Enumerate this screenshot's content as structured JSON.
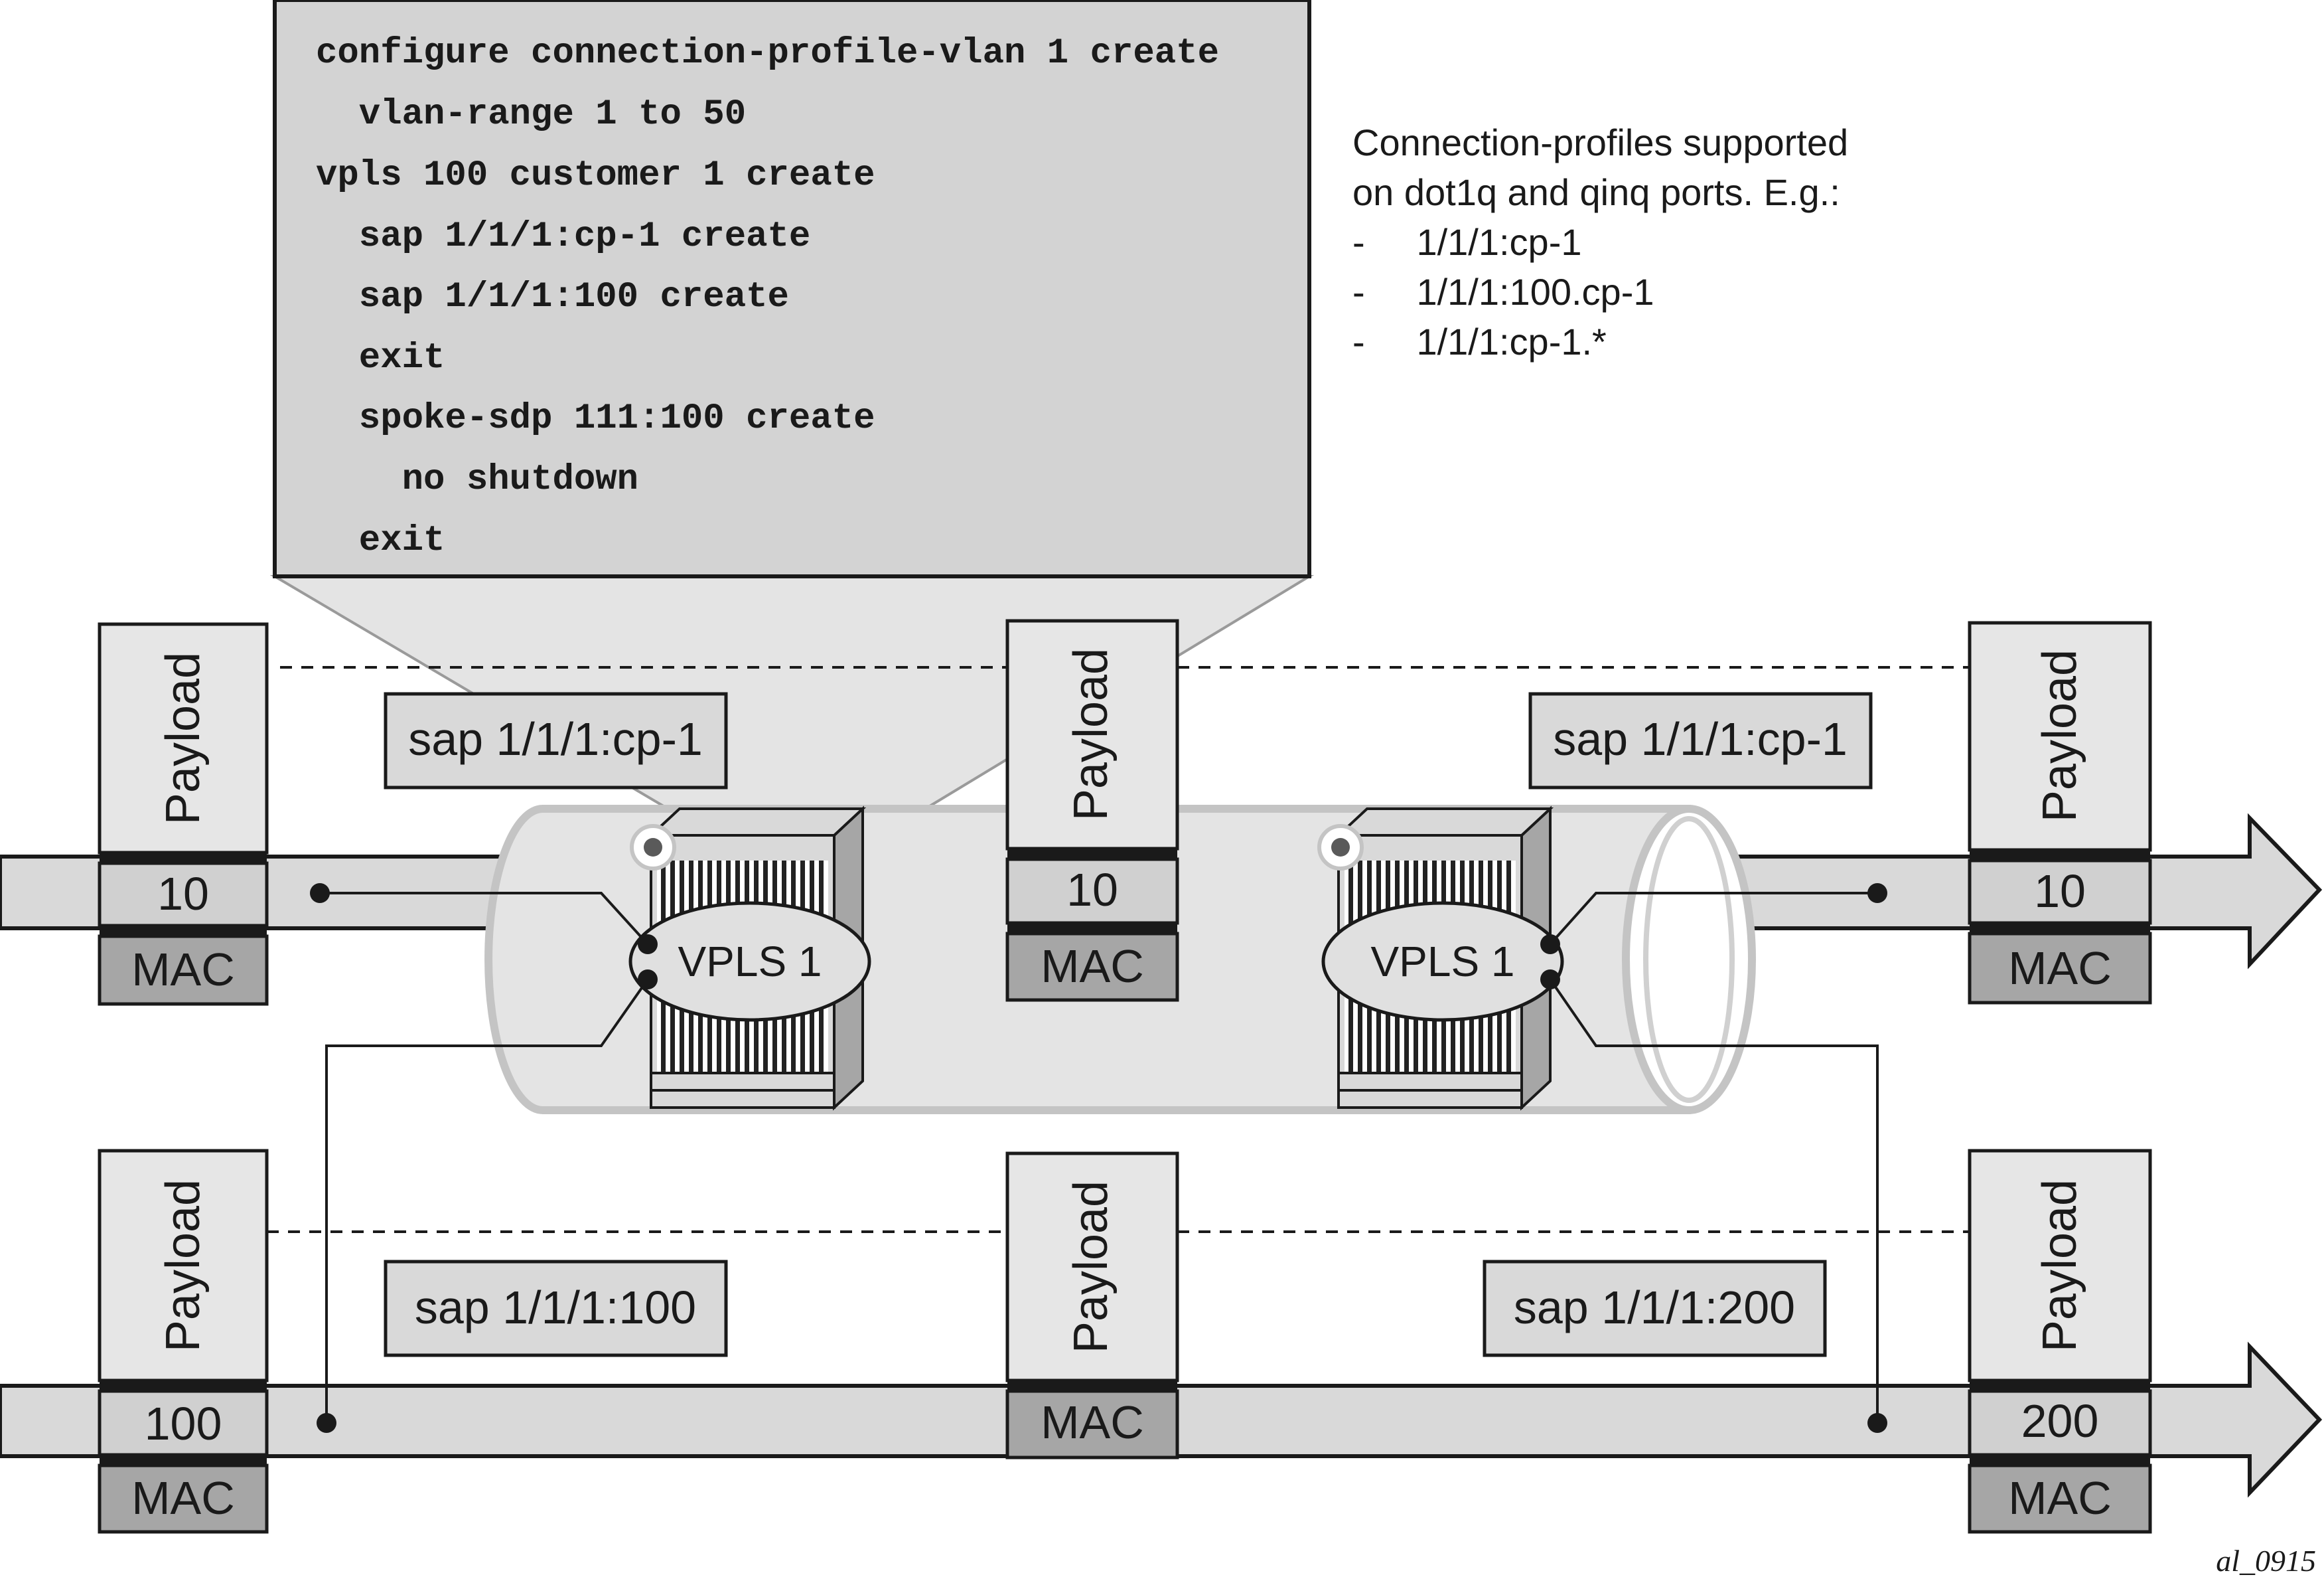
{
  "config_block": {
    "lines": [
      "configure connection-profile-vlan 1 create",
      "  vlan-range 1 to 50",
      "vpls 100 customer 1 create",
      "  sap 1/1/1:cp-1 create",
      "  sap 1/1/1:100 create",
      "  exit",
      "  spoke-sdp 111:100 create",
      "    no shutdown",
      "  exit"
    ]
  },
  "note": {
    "lines": [
      "Connection-profiles supported",
      "on dot1q and qinq ports. E.g.:",
      "-     1/1/1:cp-1",
      "-     1/1/1:100.cp-1",
      "-     1/1/1:cp-1.*"
    ]
  },
  "top_row": {
    "left_sap": "sap 1/1/1:cp-1",
    "right_sap": "sap 1/1/1:cp-1",
    "left_frame": {
      "payload": "Payload",
      "vlan": "10",
      "mac": "MAC"
    },
    "mid_frame": {
      "payload": "Payload",
      "vlan": "10",
      "mac": "MAC"
    },
    "right_frame": {
      "payload": "Payload",
      "vlan": "10",
      "mac": "MAC"
    }
  },
  "bottom_row": {
    "left_sap": "sap 1/1/1:100",
    "right_sap": "sap 1/1/1:200",
    "left_frame": {
      "payload": "Payload",
      "vlan": "100",
      "mac": "MAC"
    },
    "mid_frame": {
      "payload": "Payload",
      "mac": "MAC"
    },
    "right_frame": {
      "payload": "Payload",
      "vlan": "200",
      "mac": "MAC"
    }
  },
  "routers": {
    "left_label": "VPLS 1",
    "right_label": "VPLS 1"
  },
  "figure_id": "al_0915",
  "colors": {
    "config_bg": "#d3d3d3",
    "tunnel": "#e4e4e4",
    "pipe": "#d9d9d9",
    "vlan_box": "#d0d0d0",
    "mac_box": "#a6a6a6",
    "payload_box": "#e6e6e6",
    "sap_box": "#d9d9d9"
  }
}
